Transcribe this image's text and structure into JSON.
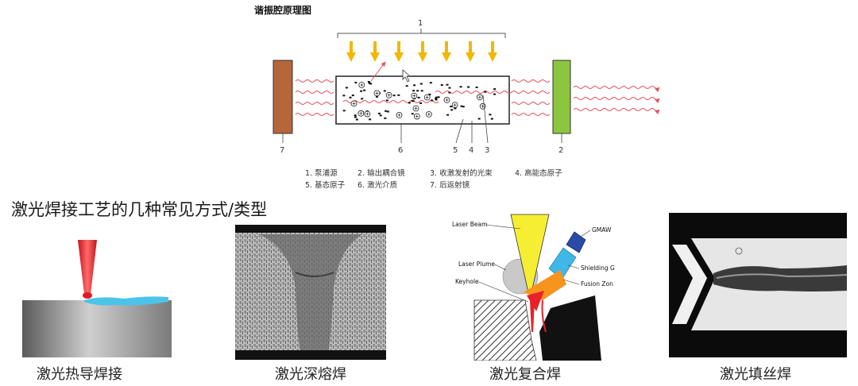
{
  "diagram": {
    "title": "谐振腔原理图",
    "top_label": "1",
    "callouts": [
      "7",
      "6",
      "5",
      "4",
      "3",
      "2"
    ],
    "legend": [
      "1. 泵浦源",
      "2. 输出耦合镜",
      "3. 收激发射的光束",
      "4. 高能态原子",
      "5. 基态原子",
      "6. 激光介质",
      "7. 后返射镜"
    ],
    "colors": {
      "rear_mirror": "#b5663a",
      "output_coupler": "#8cc63f",
      "pump_arrows": "#f2b705",
      "laser_wave": "#e8505b"
    }
  },
  "section": {
    "title": "激光焊接工艺的几种常见方式/类型"
  },
  "panels": [
    {
      "caption": "激光热导焊接",
      "labels": []
    },
    {
      "caption": "激光深熔焊",
      "labels": []
    },
    {
      "caption": "激光复合焊",
      "labels": [
        "Laser Beam",
        "GMAW",
        "Laser Plume",
        "Shielding G",
        "Keyhole",
        "Fusion Zon"
      ]
    },
    {
      "caption": "激光填丝焊",
      "labels": []
    }
  ]
}
